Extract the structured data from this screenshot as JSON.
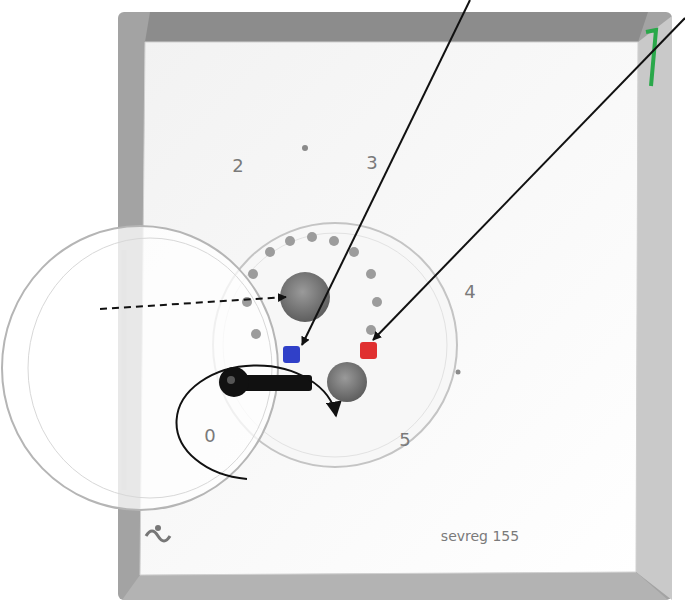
{
  "diagram": {
    "labels": [
      "2",
      "3",
      "4",
      "0",
      "5",
      "sevreg 155"
    ]
  }
}
